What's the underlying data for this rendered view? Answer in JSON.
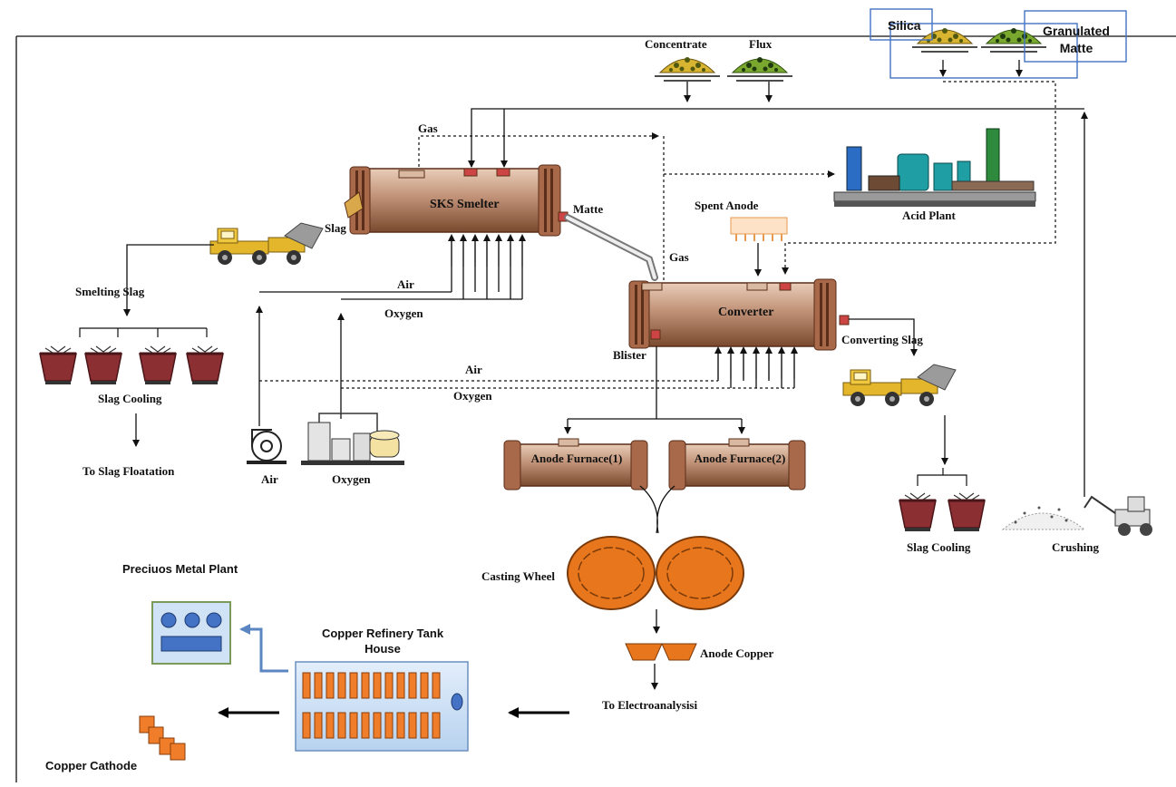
{
  "labels": {
    "silica": "Silica",
    "granulated_matte": "Granulated Matte",
    "concentrate": "Concentrate",
    "flux": "Flux",
    "gas_top": "Gas",
    "sks_smelter": "SKS Smelter",
    "matte": "Matte",
    "slag": "Slag",
    "acid_plant": "Acid Plant",
    "spent_anode": "Spent Anode",
    "gas_converter": "Gas",
    "smelting_slag": "Smelting Slag",
    "air_upper": "Air",
    "oxygen_upper": "Oxygen",
    "converter": "Converter",
    "blister": "Blister",
    "converting_slag": "Converting Slag",
    "air_lower": "Air",
    "oxygen_lower": "Oxygen",
    "slag_cooling_left": "Slag Cooling",
    "to_slag_floatation": "To Slag Floatation",
    "air_blower": "Air",
    "oxygen_plant": "Oxygen",
    "anode_furnace_1": "Anode Furnace(1)",
    "anode_furnace_2": "Anode Furnace(2)",
    "slag_cooling_right": "Slag Cooling",
    "crushing": "Crushing",
    "casting_wheel": "Casting Wheel",
    "precious_metal_plant": "Preciuos Metal Plant",
    "copper_refinery": "Copper Refinery Tank House",
    "anode_copper": "Anode Copper",
    "to_electroanalysis": "To Electroanalysisi",
    "copper_cathode": "Copper Cathode"
  },
  "colors": {
    "furnace": "#b9856a",
    "furnace_ring": "#6e3a1f",
    "pot": "#8c2f33",
    "ore_yellow": "#d9b431",
    "ore_green": "#7aa82f",
    "casting": "#e8761c",
    "tank": "#cfe2f6",
    "electrode": "#ef7d2a",
    "truck": "#e3b62c",
    "acid_teal": "#1f9ea4",
    "box_blue": "#4472c4"
  },
  "icons": [
    "truck-icon",
    "slag-pot-icon",
    "ore-pile-icon",
    "blower-icon",
    "oxygen-plant-icon",
    "acid-plant-icon",
    "spent-anode-icon",
    "casting-wheel-icon",
    "anode-mold-icon",
    "tank-house-icon",
    "precious-metal-plant-icon",
    "cathode-icon",
    "loader-icon"
  ]
}
